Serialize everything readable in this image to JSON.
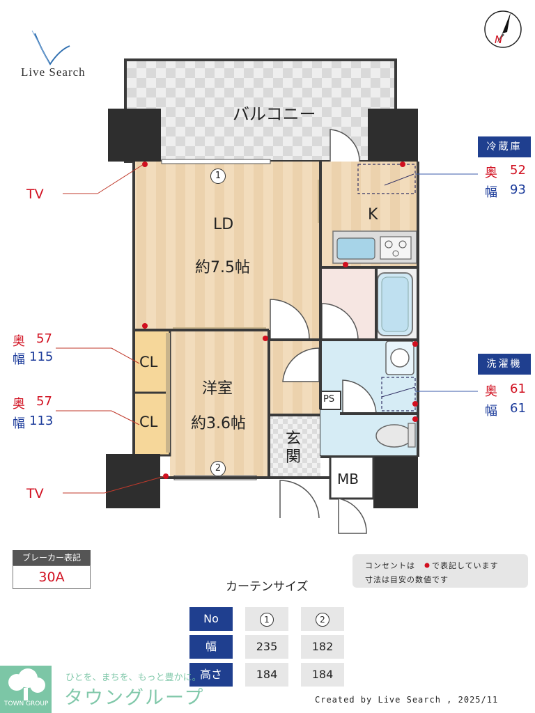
{
  "brand": {
    "logo_text": "Live Search"
  },
  "compass": {
    "label": "N"
  },
  "rooms": {
    "balcony": "バルコニー",
    "ld_name": "LD",
    "ld_size": "約7.5帖",
    "kitchen": "K",
    "western_name": "洋室",
    "western_size": "約3.6帖",
    "cl1": "CL",
    "cl2": "CL",
    "entrance": "玄関",
    "mb": "MB",
    "ps": "PS"
  },
  "markers": {
    "curtain_1": "1",
    "curtain_2": "2"
  },
  "callouts": {
    "tv_top": "TV",
    "tv_bottom": "TV",
    "cl1_depth_label": "奥",
    "cl1_depth": "57",
    "cl1_width_label": "幅",
    "cl1_width": "115",
    "cl2_depth_label": "奥",
    "cl2_depth": "57",
    "cl2_width_label": "幅",
    "cl2_width": "113",
    "fridge_title": "冷蔵庫",
    "fridge_depth_label": "奥",
    "fridge_depth": "52",
    "fridge_width_label": "幅",
    "fridge_width": "93",
    "washer_title": "洗濯機",
    "washer_depth_label": "奥",
    "washer_depth": "61",
    "washer_width_label": "幅",
    "washer_width": "61"
  },
  "breaker": {
    "label": "ブレーカー表記",
    "value": "30A"
  },
  "note": {
    "line1": "コンセントは",
    "line1_end": "で表記しています",
    "line2": "寸法は目安の数値です"
  },
  "curtain_table": {
    "title": "カーテンサイズ",
    "header": [
      "No",
      "1",
      "2"
    ],
    "rows": [
      {
        "label": "幅",
        "values": [
          "235",
          "182"
        ]
      },
      {
        "label": "高さ",
        "values": [
          "184",
          "184"
        ]
      }
    ]
  },
  "footer": {
    "company_tagline": "ひとを、まちを、もっと豊かに。",
    "company_name": "タウングループ",
    "company_logo_text": "TOWN GROUP",
    "credit": "Created by Live Search , 2025/11"
  },
  "colors": {
    "floor_wood": "#efd9b8",
    "tile": "#e8e8e8",
    "wall": "#3a3a3a",
    "pillar": "#2e2e2e",
    "wet": "#d6ecf5",
    "closet": "#f6d79a",
    "accent_blue": "#1f3f8f",
    "accent_red": "#d10f1f"
  }
}
